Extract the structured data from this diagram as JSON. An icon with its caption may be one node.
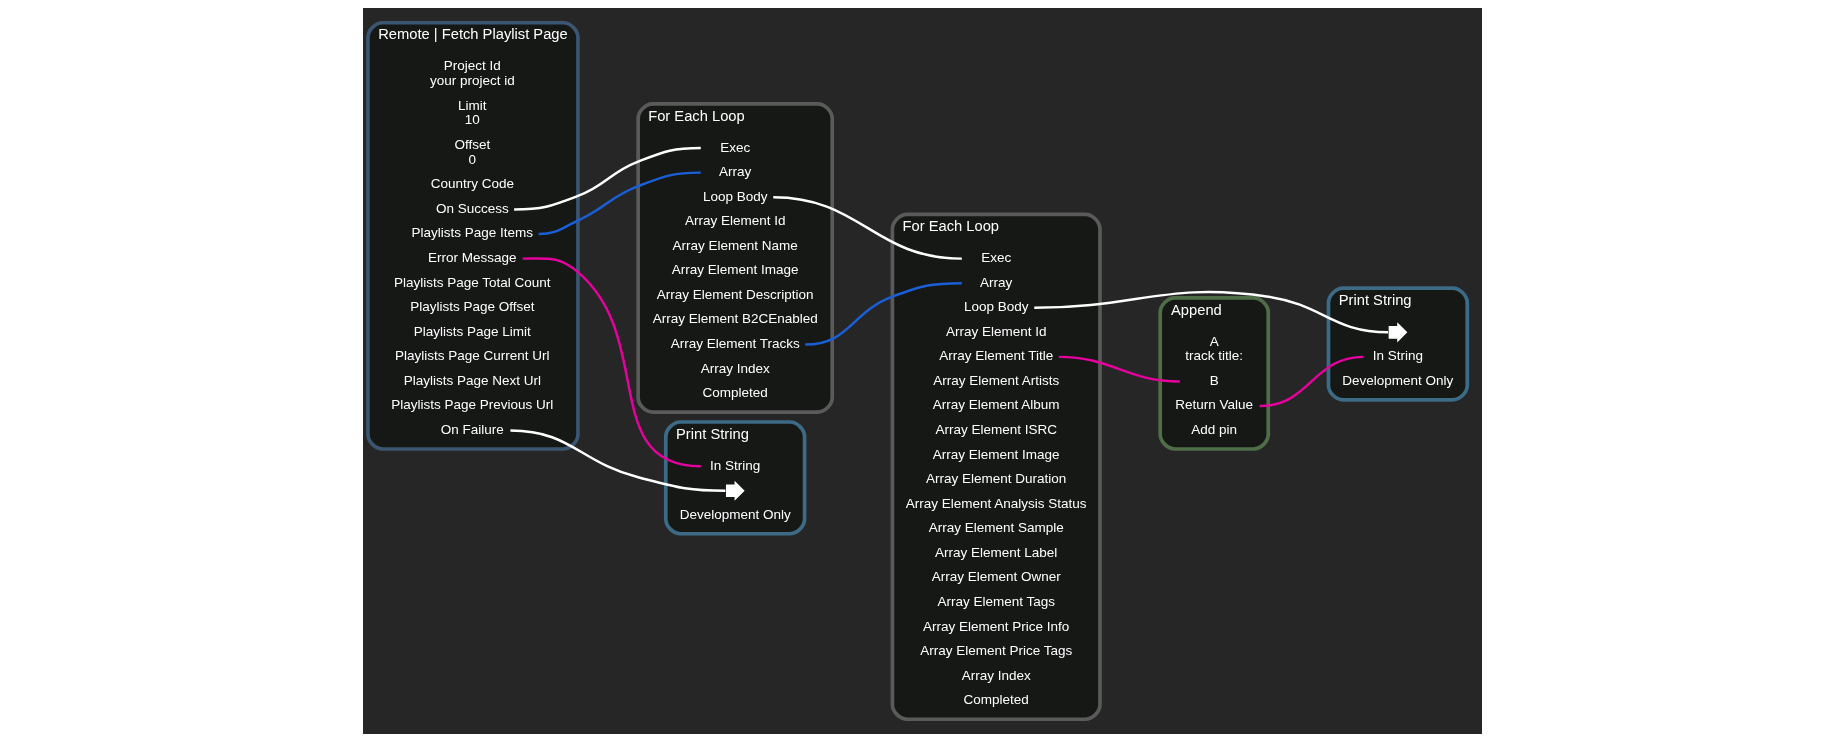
{
  "diagram": {
    "nodes": [
      {
        "text": [
          "Remote | Fetch Playlist Page"
        ]
      },
      {
        "text": [
          "Project Id",
          "your project id"
        ],
        "in": 0
      },
      {
        "text": [
          "Limit",
          "10"
        ],
        "in": 0
      },
      {
        "text": [
          "Offset",
          "0"
        ],
        "in": 0
      },
      {
        "text": [
          "Country Code"
        ],
        "in": 0
      },
      {
        "text": [
          "On Success"
        ],
        "in": 0
      },
      {
        "text": [
          "On Failure"
        ],
        "in": 0
      },
      {
        "text": [
          "Playlists Page Items"
        ],
        "in": 0
      },
      {
        "text": [
          "Playlists Page Total Count"
        ],
        "in": 0
      },
      {
        "text": [
          "Playlists Page Offset"
        ],
        "in": 0
      },
      {
        "text": [
          "Playlists Page Limit"
        ],
        "in": 0
      },
      {
        "text": [
          "Playlists Page Current Url"
        ],
        "in": 0
      },
      {
        "text": [
          "Playlists Page Next Url"
        ],
        "in": 0
      },
      {
        "text": [
          "Playlists Page Previous Url"
        ],
        "in": 0
      },
      {
        "text": [
          "Error Message"
        ],
        "in": 0
      },
      {
        "text": [
          "Print String"
        ]
      },
      {
        "text": [],
        "shape": "box",
        "in": 15
      },
      {
        "text": [
          "In String"
        ],
        "in": 15
      },
      {
        "text": [
          "Development Only"
        ],
        "in": 15
      },
      {
        "text": [
          "For Each Loop"
        ]
      },
      {
        "text": [
          "Exec"
        ],
        "in": 19
      },
      {
        "text": [
          "Array"
        ],
        "in": 19
      },
      {
        "text": [
          "Loop Body"
        ],
        "in": 19
      },
      {
        "text": [
          "Array Element Id"
        ],
        "in": 19
      },
      {
        "text": [
          "Array Element Name"
        ],
        "in": 19
      },
      {
        "text": [
          "Array Element Image"
        ],
        "in": 19
      },
      {
        "text": [
          "Array Element Description"
        ],
        "in": 19
      },
      {
        "text": [
          "Array Element B2CEnabled"
        ],
        "in": 19
      },
      {
        "text": [
          "Array Element Tracks"
        ],
        "in": 19
      },
      {
        "text": [
          "Array Index"
        ],
        "in": 19
      },
      {
        "text": [
          "Completed"
        ],
        "in": 19
      },
      {
        "text": [
          "For Each Loop"
        ]
      },
      {
        "text": [
          "Exec"
        ],
        "in": 31
      },
      {
        "text": [
          "Array"
        ],
        "in": 31
      },
      {
        "text": [
          "Loop Body"
        ],
        "in": 31
      },
      {
        "text": [
          "Array Element Id"
        ],
        "in": 31
      },
      {
        "text": [
          "Array Element Title"
        ],
        "in": 31
      },
      {
        "text": [
          "Array Element Artists"
        ],
        "in": 31
      },
      {
        "text": [
          "Array Element Album"
        ],
        "in": 31
      },
      {
        "text": [
          "Array Element ISRC"
        ],
        "in": 31
      },
      {
        "text": [
          "Array Element Image"
        ],
        "in": 31
      },
      {
        "text": [
          "Array Element Duration"
        ],
        "in": 31
      },
      {
        "text": [
          "Array Element Analysis Status"
        ],
        "in": 31
      },
      {
        "text": [
          "Array Element Sample"
        ],
        "in": 31
      },
      {
        "text": [
          "Array Element Label"
        ],
        "in": 31
      },
      {
        "text": [
          "Array Element Owner"
        ],
        "in": 31
      },
      {
        "text": [
          "Array Element Tags"
        ],
        "in": 31
      },
      {
        "text": [
          "Array Element Price Info"
        ],
        "in": 31
      },
      {
        "text": [
          "Array Element Price Tags"
        ],
        "in": 31
      },
      {
        "text": [
          "Array Index"
        ],
        "in": 31
      },
      {
        "text": [
          "Completed"
        ],
        "in": 31
      },
      {
        "text": [
          "Append"
        ]
      },
      {
        "text": [
          "A",
          "track title:"
        ],
        "in": 51
      },
      {
        "text": [
          "B"
        ],
        "in": 51
      },
      {
        "text": [
          "Return Value"
        ],
        "in": 51
      },
      {
        "text": [
          "Add pin"
        ],
        "in": 51
      },
      {
        "text": [
          "Print String"
        ]
      },
      {
        "text": [],
        "shape": "box",
        "in": 56
      },
      {
        "text": [
          "In String"
        ],
        "in": 56
      },
      {
        "text": [
          "Development Only"
        ],
        "in": 56
      }
    ],
    "edges": [
      {
        "from": 5,
        "to": 20,
        "arrow": "none",
        "color": "#ffffff"
      },
      {
        "from": 6,
        "to": 16,
        "arrow": "none",
        "color": "#ffffff"
      },
      {
        "from": 7,
        "to": 21,
        "arrow": "none",
        "color": "#1a5fd6"
      },
      {
        "from": 14,
        "to": 17,
        "arrow": "none",
        "color": "#e6009e"
      },
      {
        "from": 22,
        "to": 32,
        "arrow": "none",
        "color": "#ffffff"
      },
      {
        "from": 28,
        "to": 33,
        "arrow": "none",
        "color": "#1a5fd6"
      },
      {
        "from": 34,
        "to": 57,
        "arrow": "none",
        "color": "#ffffff"
      },
      {
        "from": 36,
        "to": 53,
        "arrow": "none",
        "color": "#e6009e"
      },
      {
        "from": 54,
        "to": 58,
        "arrow": "none",
        "color": "#e6009e"
      }
    ]
  }
}
